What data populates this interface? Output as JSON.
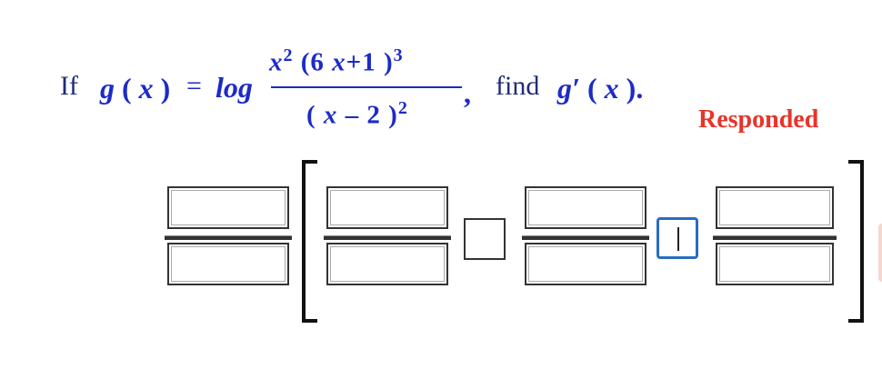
{
  "question": {
    "if_label": "If",
    "lhs_func": "g",
    "lhs_open": "(",
    "lhs_var": "x",
    "lhs_close": ")",
    "equals": "=",
    "log_label": "log",
    "numerator": {
      "x": "x",
      "x_exp": "2",
      "open": "(",
      "inner": "6",
      "var": "x",
      "plus": "+",
      "one": "1",
      "close": ")",
      "close_exp": "3"
    },
    "denominator": {
      "open": "(",
      "var": "x",
      "minus": "–",
      "two": "2",
      "close": ")",
      "close_exp": "2"
    },
    "comma": ",",
    "find_label": "find",
    "target_func": "g′",
    "target_open": "(",
    "target_var": "x",
    "target_close": ").",
    "status": "Responded"
  },
  "answer": {
    "fraction_count": 4,
    "operator_count": 2,
    "active_field": "operator-2"
  },
  "colors": {
    "math": "#1c2bc7",
    "status": "#e8342a",
    "focus": "#2b6cc4"
  }
}
